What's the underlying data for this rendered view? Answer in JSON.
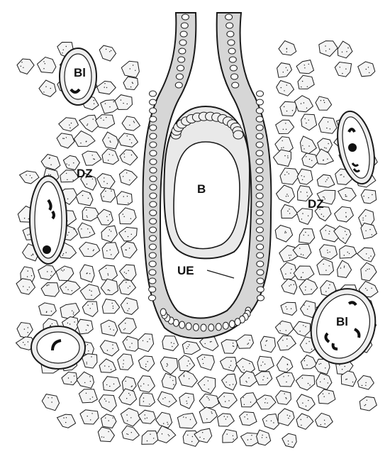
{
  "figure": {
    "labels": {
      "blastocyst": "B",
      "uterine_epithelium": "UE",
      "decidual_zone_left": "DZ",
      "decidual_zone_right": "DZ",
      "blood_vessel_top": "Bl",
      "blood_vessel_bottom": "Bl"
    },
    "colors": {
      "ink": "#1a1a1a",
      "background": "#ffffff",
      "epithelium_fill": "#d6d6d6",
      "stroma_fill": "#f4f4f4"
    }
  }
}
